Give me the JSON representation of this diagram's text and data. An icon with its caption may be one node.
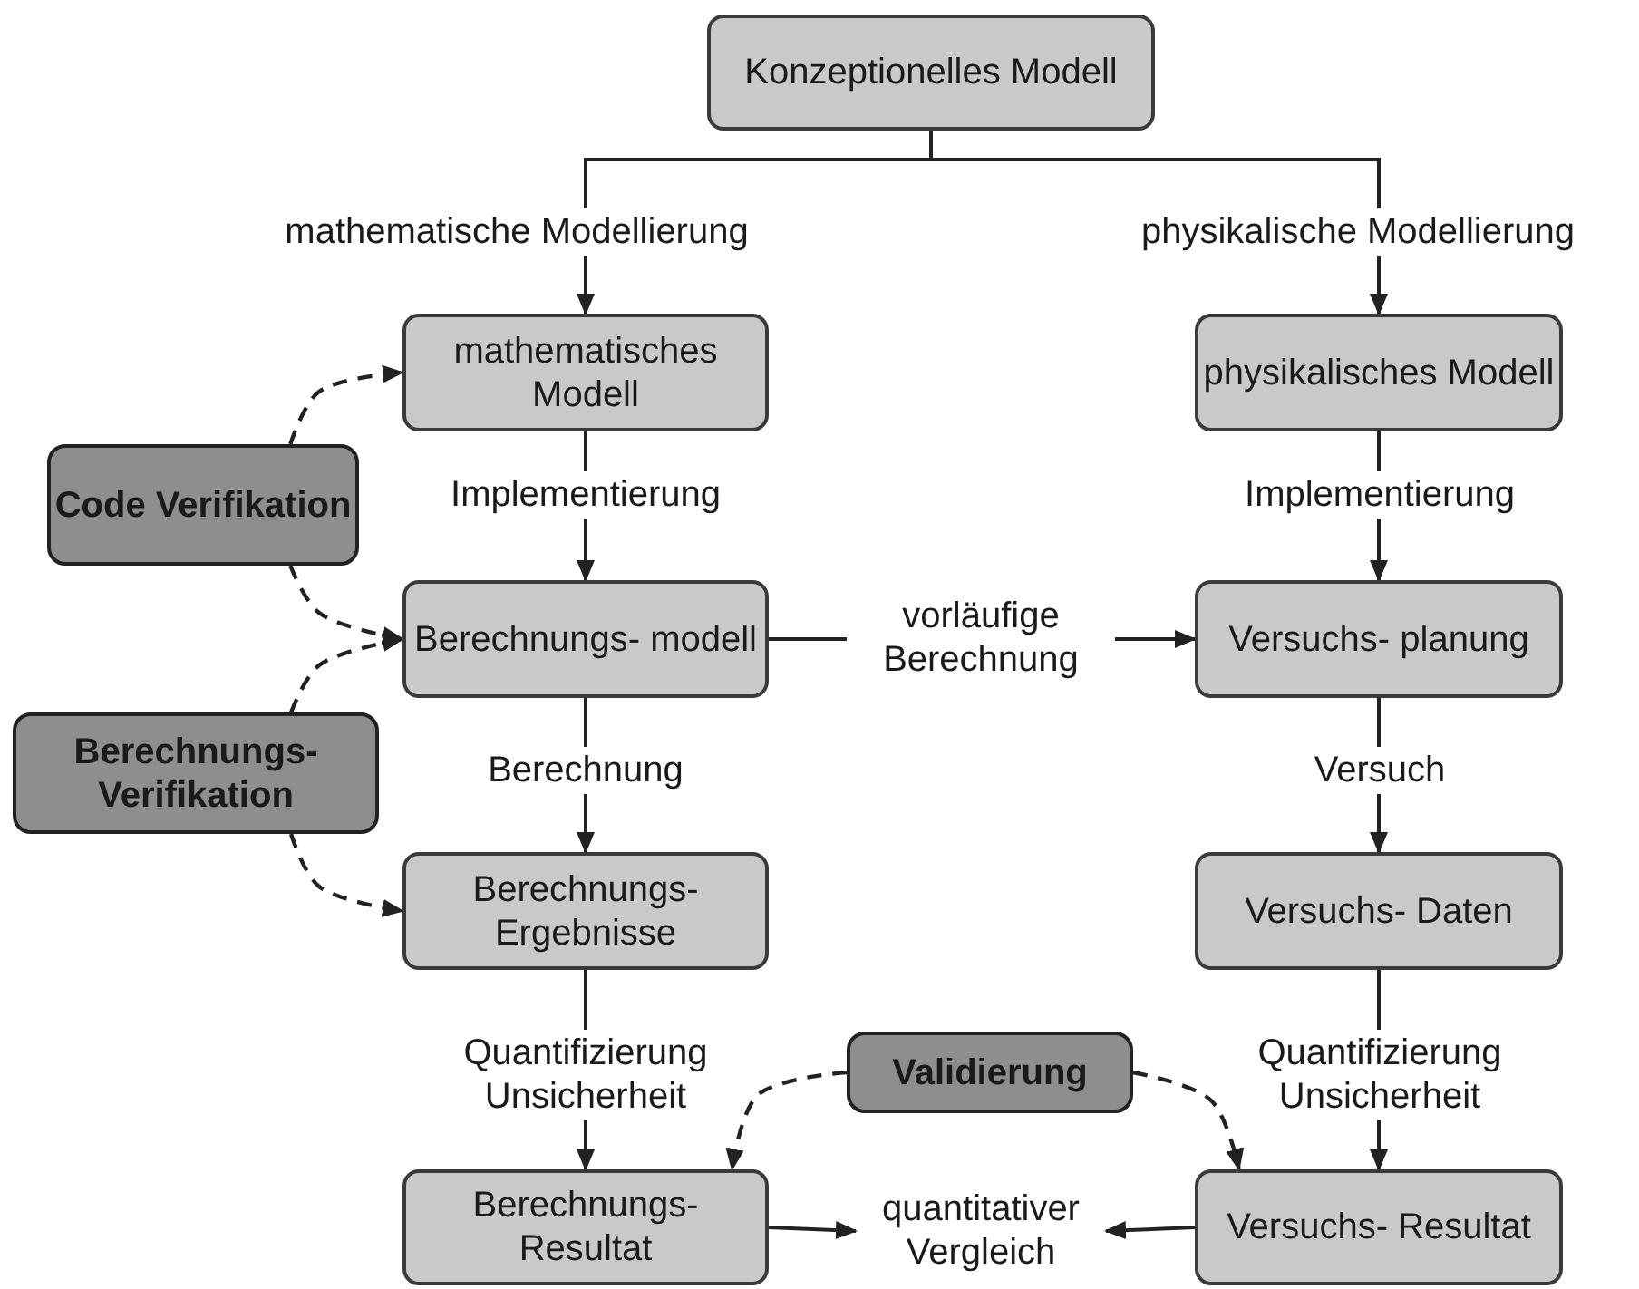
{
  "diagram": {
    "nodes": [
      {
        "text": [
          "Konzeptionelles Modell"
        ]
      },
      {
        "text": [
          "mathematisches Modell"
        ]
      },
      {
        "text": [
          "physikalisches Modell"
        ]
      },
      {
        "text": [
          "Code Verifikation"
        ]
      },
      {
        "text": [
          "Berechnungs- modell"
        ]
      },
      {
        "text": [
          "Versuchs- planung"
        ]
      },
      {
        "text": [
          "Berechnungs- Verifikation"
        ]
      },
      {
        "text": [
          "Berechnungs- Ergebnisse"
        ]
      },
      {
        "text": [
          "Versuchs- Daten"
        ]
      },
      {
        "text": [
          "Validierung"
        ]
      },
      {
        "text": [
          "Berechnungs- Resultat"
        ]
      },
      {
        "text": [
          "Versuchs- Resultat"
        ]
      },
      {
        "text": [
          "quantitativer Vergleich"
        ]
      }
    ],
    "edges": [
      {
        "from": 0,
        "to": 1,
        "arrow": "to",
        "label": "mathematische Modellierung"
      },
      {
        "from": 0,
        "to": 2,
        "arrow": "to",
        "label": "physikalische Modellierung"
      },
      {
        "from": 1,
        "to": 4,
        "arrow": "to",
        "label": "Implementierung"
      },
      {
        "from": 2,
        "to": 5,
        "arrow": "to",
        "label": "Implementierung"
      },
      {
        "from": 4,
        "to": 5,
        "arrow": "to",
        "label": "vorläufige Berechnung"
      },
      {
        "from": 4,
        "to": 7,
        "arrow": "to",
        "label": "Berechnung"
      },
      {
        "from": 5,
        "to": 8,
        "arrow": "to",
        "label": "Versuch"
      },
      {
        "from": 7,
        "to": 10,
        "arrow": "to",
        "label": "Quantifizierung Unsicherheit"
      },
      {
        "from": 8,
        "to": 11,
        "arrow": "to",
        "label": "Quantifizierung Unsicherheit"
      },
      {
        "from": 10,
        "to": 12,
        "arrow": "to"
      },
      {
        "from": 11,
        "to": 12,
        "arrow": "to"
      },
      {
        "from": 3,
        "to": 1,
        "arrow": "to",
        "style": "dashed"
      },
      {
        "from": 3,
        "to": 4,
        "arrow": "to",
        "style": "dashed"
      },
      {
        "from": 6,
        "to": 4,
        "arrow": "to",
        "style": "dashed"
      },
      {
        "from": 6,
        "to": 7,
        "arrow": "to",
        "style": "dashed"
      },
      {
        "from": 9,
        "to": 10,
        "arrow": "to",
        "style": "dashed"
      },
      {
        "from": 9,
        "to": 11,
        "arrow": "to",
        "style": "dashed"
      }
    ]
  }
}
